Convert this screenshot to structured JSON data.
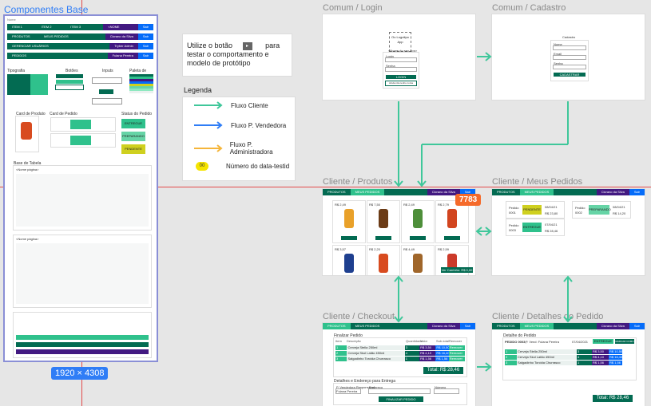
{
  "canvas": {
    "frames": {
      "componentes_base": "Componentes Base",
      "login": "Comum / Login",
      "cadastro": "Comum / Cadastro",
      "produtos": "Cliente / Produtos",
      "meus_pedidos": "Cliente / Meus Pedidos",
      "checkout": "Cliente / Checkout",
      "detalhes_pedido": "Cliente / Detalhes do Pedido"
    },
    "dimension_badge": "1920 × 4308",
    "count_badge": "7783"
  },
  "info_note": {
    "line1_before": "Utilize o botão",
    "line1_after": "para",
    "line2": "testar o comportamento e",
    "line3": "modelo de protótipo"
  },
  "legend": {
    "title": "Legenda",
    "items": [
      {
        "label": "Fluxo Cliente",
        "color": "#3fc79a"
      },
      {
        "label": "Fluxo P. Vendedora",
        "color": "#2f7df6"
      },
      {
        "label": "Fluxo P. Administradora",
        "color": "#f5b53a"
      }
    ],
    "testid_sample": "00",
    "testid_label": "Número do data-testid"
  },
  "app": {
    "nav": {
      "produtos": "PRODUTOS",
      "meus_pedidos": "MEUS PEDIDOS",
      "user": "Cicrano da Silva",
      "sair": "Sair"
    },
    "base_nav_rows": [
      {
        "left": "ITEM 1",
        "mid": "ITEM 2",
        "right": "ITEM 3",
        "user": "<NOME USUÁRIO>",
        "out": "Sair"
      },
      {
        "left": "PRODUTOS",
        "mid": "MEUS PEDIDOS",
        "right": "",
        "user": "Cicrano da Silva",
        "out": "Sair"
      },
      {
        "left": "GERENCIAR USUÁRIOS",
        "mid": "",
        "right": "",
        "user": "Tryber Admin",
        "out": "Sair"
      },
      {
        "left": "PEDIDOS",
        "mid": "",
        "right": "",
        "user": "Fulana Pereira",
        "out": "Sair"
      }
    ],
    "base_sections": {
      "tipografia": "Tipografia",
      "botoes": "Botões",
      "inputs": "Inputs",
      "paleta": "Paleta de cores",
      "card_produto": "Card de Produto",
      "card_pedido": "Card de Pedido",
      "status": "Status do Pedido",
      "status_entregue": "ENTREGUE",
      "status_preparando": "PREPARANDO",
      "status_pendente": "PENDENTE",
      "base_tabela": "Base de Tabela",
      "nome_pagina_1": "<Nome página>",
      "nome_pagina_2": "<Nome página>",
      "total_label": "Total: R$ 28,46"
    },
    "login": {
      "logo": "Ou Logotipo App",
      "app_name": "<Nome do seu app>",
      "login_label": "Login",
      "senha_label": "Senha",
      "login_button": "LOGIN",
      "no_account_button": "Ainda não tenho conta"
    },
    "cadastro": {
      "title": "Cadastro",
      "nome": "Nome",
      "email": "Email",
      "senha": "Senha",
      "cadastrar_button": "CADASTRAR"
    },
    "produtos": {
      "prices": [
        "R$ 2,49",
        "R$ 7,50",
        "R$ 2,49",
        "R$ 2,79",
        "R$ 3,57",
        "R$ 2,20",
        "R$ 4,49",
        "R$ 2,59"
      ],
      "cart_button": "Ver Carrinho: R$ 0,00"
    },
    "pedidos": {
      "orders": [
        {
          "label": "Pedido",
          "id": "0001",
          "status": "PENDENTE",
          "date": "08/04/21",
          "total": "R$ 23,80"
        },
        {
          "label": "Pedido",
          "id": "0002",
          "status": "PREPARANDO",
          "date": "08/04/21",
          "total": "R$ 14,20"
        },
        {
          "label": "Pedido",
          "id": "0003",
          "status": "ENTREGUE",
          "date": "07/04/21",
          "total": "R$ 28,46"
        }
      ]
    },
    "checkout": {
      "title": "Finalizar Pedido",
      "columns": [
        "Item",
        "Descrição",
        "Quantidade",
        "Valor Unitário",
        "Sub-total",
        "Remover Item"
      ],
      "items": [
        {
          "n": "1",
          "desc": "Cerveja Stella 250ml",
          "qty": "3",
          "unit": "R$ 3,50",
          "sub": "R$ 10,50",
          "remove": "Remover"
        },
        {
          "n": "2",
          "desc": "Cerveja Skol Latão 450ml",
          "qty": "4",
          "unit": "R$ 4,10",
          "sub": "R$ 16,40",
          "remove": "Remover"
        },
        {
          "n": "3",
          "desc": "Salgadinho Torcida Churrasco",
          "qty": "1",
          "unit": "R$ 1,56",
          "sub": "R$ 1,56",
          "remove": "Remover"
        }
      ],
      "total": "Total: R$ 28,46",
      "details_title": "Detalhes e Endereço para Entrega",
      "seller_label": "P. Vendedora Responsável",
      "seller_value": "Fulana Pereira",
      "address_label": "Endereço",
      "number_label": "Número",
      "finish_button": "FINALIZAR PEDIDO"
    },
    "detalhes": {
      "title": "Detalhe do Pedido",
      "order_id": "PEDIDO 0003;",
      "seller": "P. Vend: Fulana Pereira",
      "date": "07/04/2021",
      "status": "ENTREGUE",
      "mark_button": "MARCAR COMO ENTREGUE",
      "total": "Total: R$ 28,46"
    }
  }
}
